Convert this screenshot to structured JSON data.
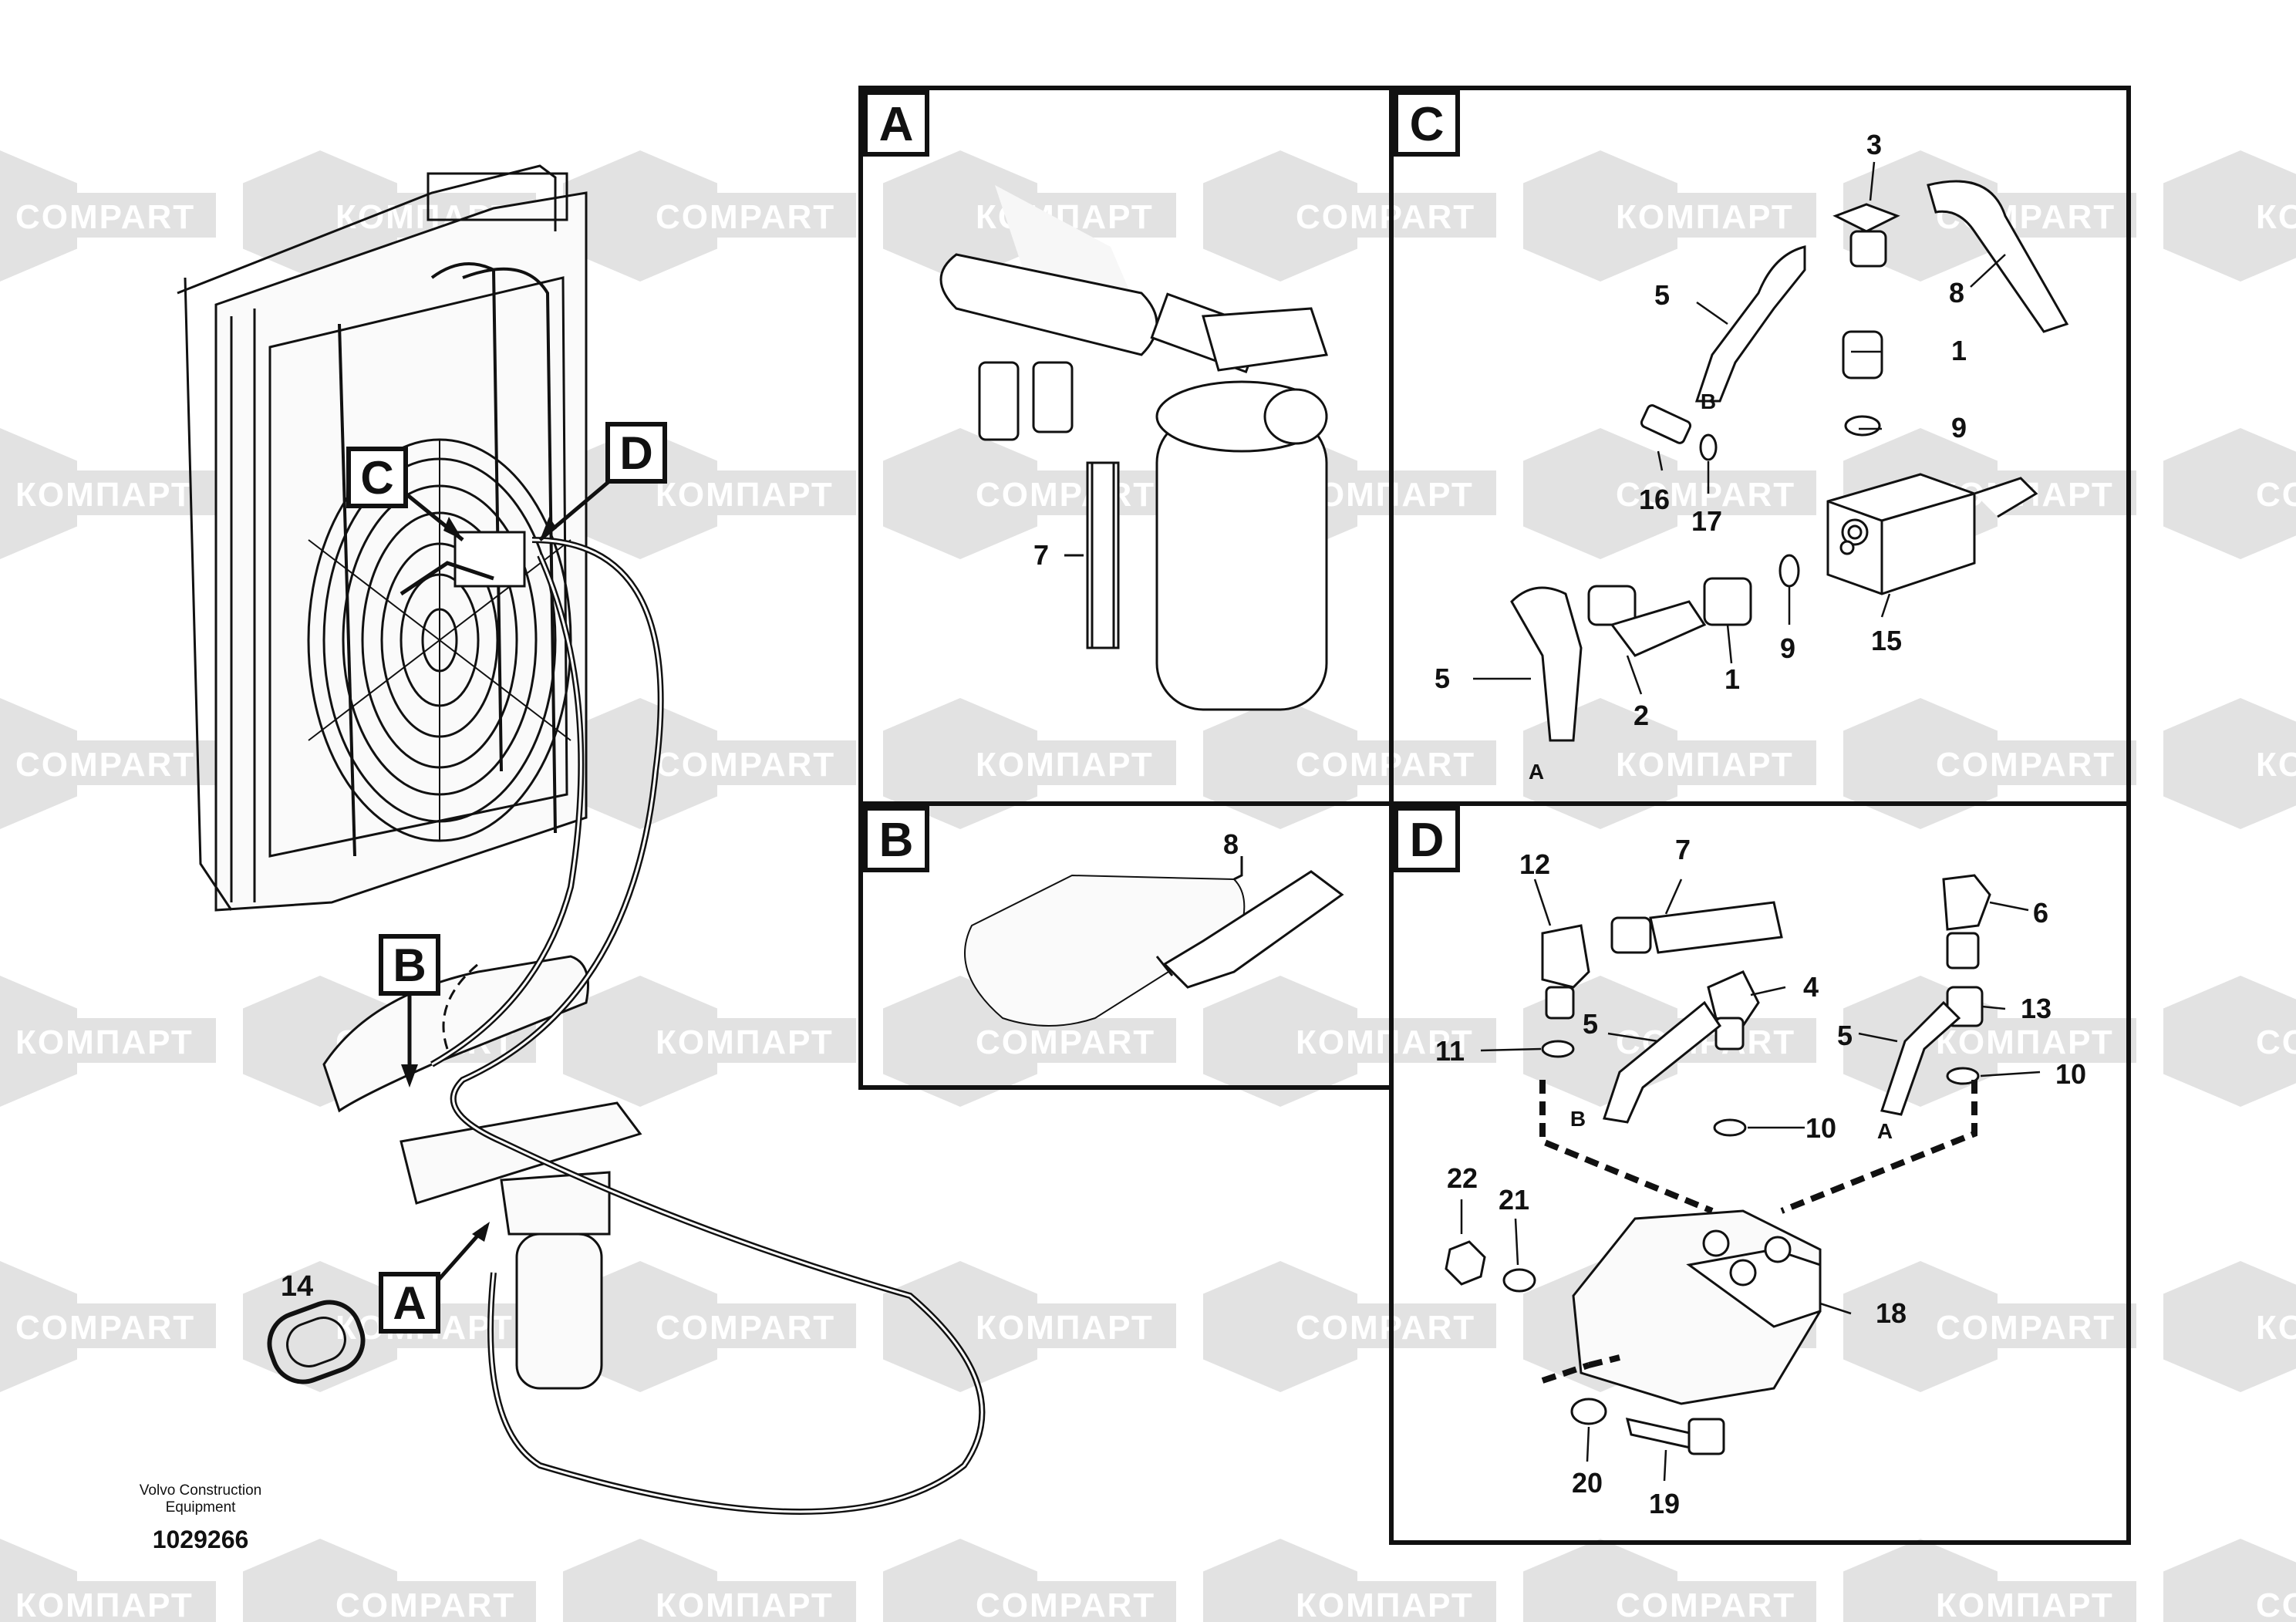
{
  "watermarks": [
    "COMPART",
    "КОМПАРТ"
  ],
  "detail_views": {
    "A": {
      "label": "A",
      "part_numbers": [
        "7"
      ]
    },
    "B": {
      "label": "B",
      "part_numbers": [
        "8"
      ]
    },
    "C": {
      "label": "C",
      "part_numbers": [
        "3",
        "5",
        "8",
        "1",
        "9",
        "16",
        "17",
        "15",
        "5",
        "2",
        "1",
        "9"
      ],
      "hose_ends": [
        "B",
        "A"
      ]
    },
    "D": {
      "label": "D",
      "part_numbers": [
        "12",
        "7",
        "6",
        "4",
        "13",
        "5",
        "5",
        "11",
        "10",
        "10",
        "22",
        "21",
        "18",
        "20",
        "19"
      ],
      "hose_ends": [
        "B",
        "A"
      ]
    }
  },
  "overview": {
    "callouts": [
      "C",
      "D",
      "B",
      "A"
    ],
    "part_numbers": [
      "14"
    ]
  },
  "footer": {
    "manufacturer_line1": "Volvo Construction",
    "manufacturer_line2": "Equipment",
    "drawing_number": "1029266"
  },
  "colors": {
    "line": "#111111",
    "watermark": "#e2e2e2"
  }
}
